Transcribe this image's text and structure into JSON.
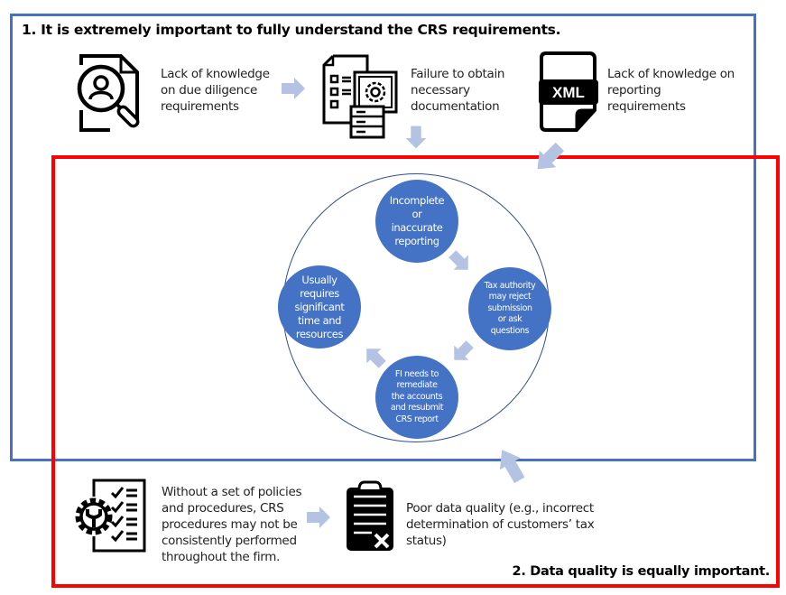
{
  "section_1": {
    "heading": "1. It is extremely important to fully understand the CRS requirements.",
    "items": [
      {
        "icon": "magnifier-user-document-icon",
        "lines": [
          "Lack of knowledge",
          "on due diligence",
          "requirements"
        ]
      },
      {
        "icon": "documents-gear-icon",
        "lines": [
          "Failure to obtain",
          "necessary",
          "documentation"
        ]
      },
      {
        "icon": "xml-file-icon",
        "icon_text": "XML",
        "lines": [
          "Lack of knowledge on",
          "reporting",
          "requirements"
        ]
      }
    ]
  },
  "cycle": {
    "nodes": [
      {
        "position": "top",
        "lines": [
          "Incomplete",
          "or",
          "inaccurate",
          "reporting"
        ]
      },
      {
        "position": "right",
        "lines": [
          "Tax authority",
          "may reject",
          "submission",
          "or ask",
          "questions"
        ]
      },
      {
        "position": "bottom",
        "lines": [
          "FI needs to",
          "remediate",
          "the accounts",
          "and resubmit",
          "CRS report"
        ]
      },
      {
        "position": "left",
        "lines": [
          "Usually",
          "requires",
          "significant",
          "time and",
          "resources"
        ]
      }
    ]
  },
  "section_2": {
    "heading": "2. Data quality is equally important.",
    "items": [
      {
        "icon": "gear-checklist-icon",
        "lines": [
          "Without a set of policies",
          "and procedures, CRS",
          "procedures may not be",
          "consistently performed",
          "throughout the firm."
        ]
      },
      {
        "icon": "clipboard-reject-icon",
        "lines": [
          "Poor data quality (e.g., incorrect",
          "determination of customers’ tax",
          "status)"
        ]
      }
    ]
  },
  "colors": {
    "section_1_frame": "#4472C4",
    "section_2_frame": "#FF0000",
    "bubble": "#4472C4",
    "arrow": "#B4C3E3"
  }
}
